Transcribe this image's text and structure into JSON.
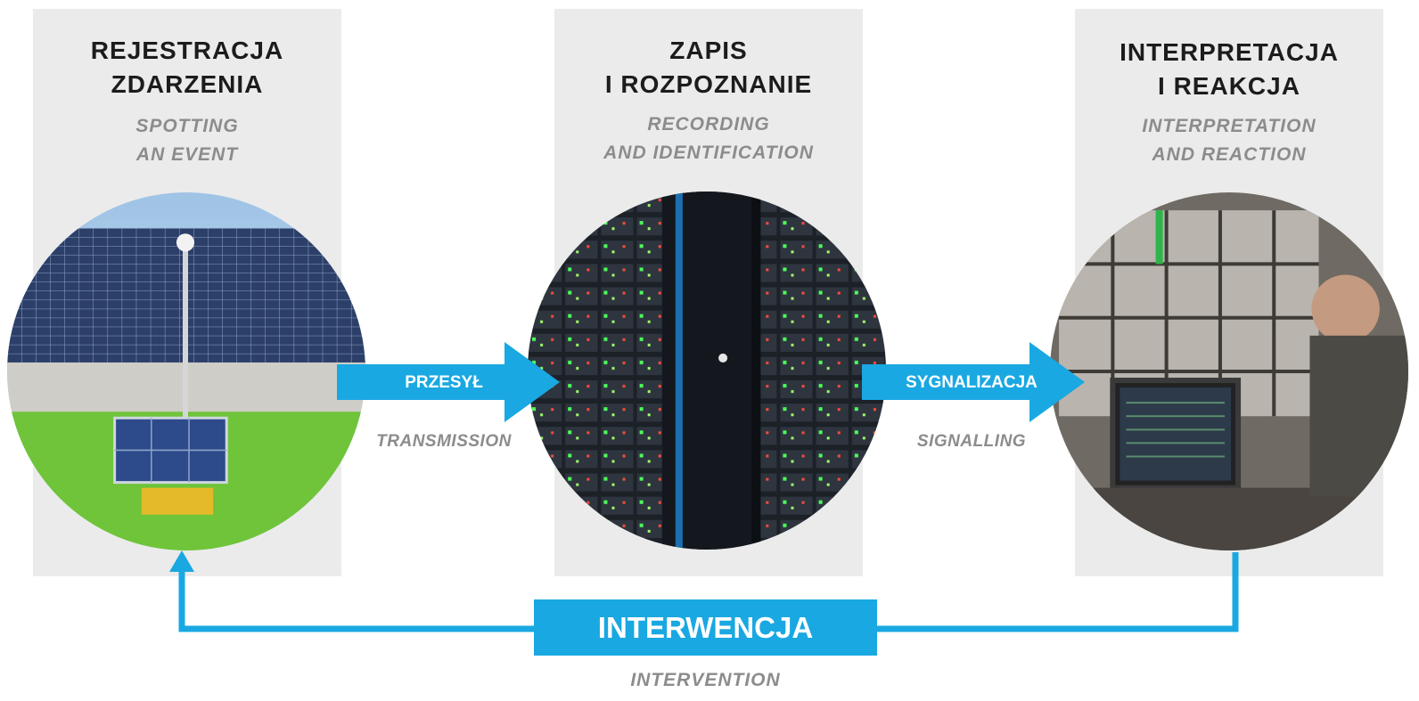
{
  "stages": [
    {
      "title": "REJESTRACJA\nZDARZENIA",
      "subtitle": "SPOTTING\nAN EVENT"
    },
    {
      "title": "ZAPIS\nI ROZPOZNANIE",
      "subtitle": "RECORDING\nAND IDENTIFICATION"
    },
    {
      "title": "INTERPRETACJA\nI REAKCJA",
      "subtitle": "INTERPRETATION\nAND REACTION"
    }
  ],
  "arrows": [
    {
      "label": "PRZESYŁ",
      "sublabel": "TRANSMISSION"
    },
    {
      "label": "SYGNALIZACJA",
      "sublabel": "SIGNALLING"
    }
  ],
  "feedback": {
    "label": "INTERWENCJA",
    "sublabel": "INTERVENTION"
  },
  "colors": {
    "accent": "#19a8e2",
    "panel": "#ebebeb",
    "title": "#1c1c1c",
    "subtitle": "#8c8c8c"
  }
}
